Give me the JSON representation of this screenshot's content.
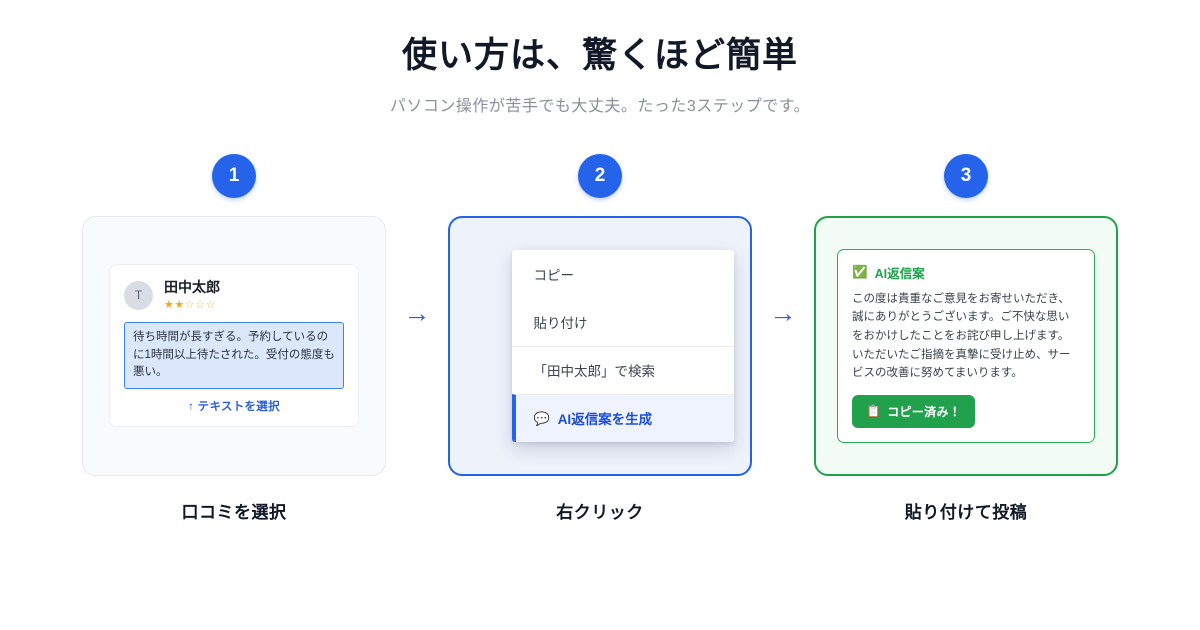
{
  "header": {
    "title": "使い方は、驚くほど簡単",
    "subtitle": "パソコン操作が苦手でも大丈夫。たった3ステップです。"
  },
  "colors": {
    "badge_blue": "#2563eb",
    "accent_blue": "#2f62d8",
    "success_green": "#1ea34b",
    "button_green": "#22a14c",
    "star_orange": "#f5a623",
    "title_dark": "#111827",
    "subtitle_gray": "#8a9099"
  },
  "arrows": [
    {
      "glyph": "→",
      "name": "arrow-step1-to-step2"
    },
    {
      "glyph": "→",
      "name": "arrow-step2-to-step3"
    }
  ],
  "steps": [
    {
      "number": "1",
      "label": "口コミを選択",
      "review": {
        "avatar_initial": "T",
        "reviewer_name": "田中太郎",
        "rating_filled": 2,
        "rating_total": 5,
        "stars_display": "★★☆☆☆",
        "selected_text": "待ち時間が長すぎる。予約しているのに1時間以上待たされた。受付の態度も悪い。",
        "select_hint": "↑ テキストを選択"
      }
    },
    {
      "number": "2",
      "label": "右クリック",
      "context_menu": {
        "items": [
          {
            "label": "コピー",
            "highlighted": false,
            "divider_above": false,
            "icon": ""
          },
          {
            "label": "貼り付け",
            "highlighted": false,
            "divider_above": false,
            "icon": ""
          },
          {
            "label": "「田中太郎」で検索",
            "highlighted": false,
            "divider_above": true,
            "icon": ""
          },
          {
            "label": "AI返信案を生成",
            "highlighted": true,
            "divider_above": true,
            "icon": "💬"
          }
        ]
      }
    },
    {
      "number": "3",
      "label": "貼り付けて投稿",
      "reply": {
        "badge_icon": "✅",
        "heading": "AI返信案",
        "body": "この度は貴重なご意見をお寄せいただき、誠にありがとうございます。ご不快な思いをおかけしたことをお詫び申し上げます。いただいたご指摘を真摯に受け止め、サービスの改善に努めてまいります。",
        "copy_button": {
          "icon": "📋",
          "label": "コピー済み！"
        }
      }
    }
  ]
}
